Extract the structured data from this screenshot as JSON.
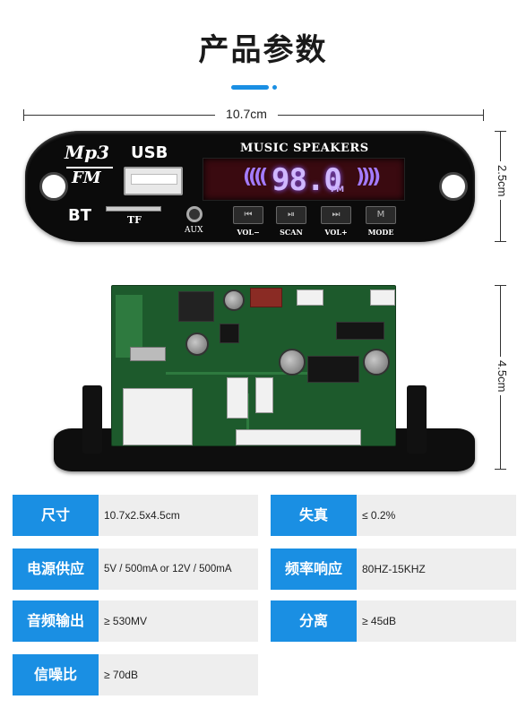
{
  "page": {
    "title": "产品参数",
    "accent_color": "#1a8fe3"
  },
  "dimensions": {
    "width": "10.7cm",
    "panel_height": "2.5cm",
    "depth": "4.5cm"
  },
  "panel": {
    "brand_top": "Mp3",
    "brand_bottom": "FM",
    "usb_label": "USB",
    "bt_label": "BT",
    "tf_label": "TF",
    "aux_label": "AUX",
    "speaker_label": "MUSIC SPEAKERS",
    "display": {
      "frequency": "98.0",
      "unit": "FM",
      "wave_left": "((((",
      "wave_right": "))))"
    },
    "buttons": [
      {
        "label": "VOL−",
        "glyph": "⏮"
      },
      {
        "label": "SCAN",
        "glyph": "⏯"
      },
      {
        "label": "VOL+",
        "glyph": "⏭"
      },
      {
        "label": "MODE",
        "glyph": "M"
      }
    ]
  },
  "specs": [
    {
      "label": "尺寸",
      "value": "10.7x2.5x4.5cm"
    },
    {
      "label": "失真",
      "value": "≤ 0.2%"
    },
    {
      "label": "电源供应",
      "value": "5V / 500mA or 12V / 500mA"
    },
    {
      "label": "频率响应",
      "value": "80HZ-15KHZ"
    },
    {
      "label": "音频输出",
      "value": "≥ 530MV"
    },
    {
      "label": "分离",
      "value": "≥ 45dB"
    },
    {
      "label": "信噪比",
      "value": "≥ 70dB"
    }
  ]
}
